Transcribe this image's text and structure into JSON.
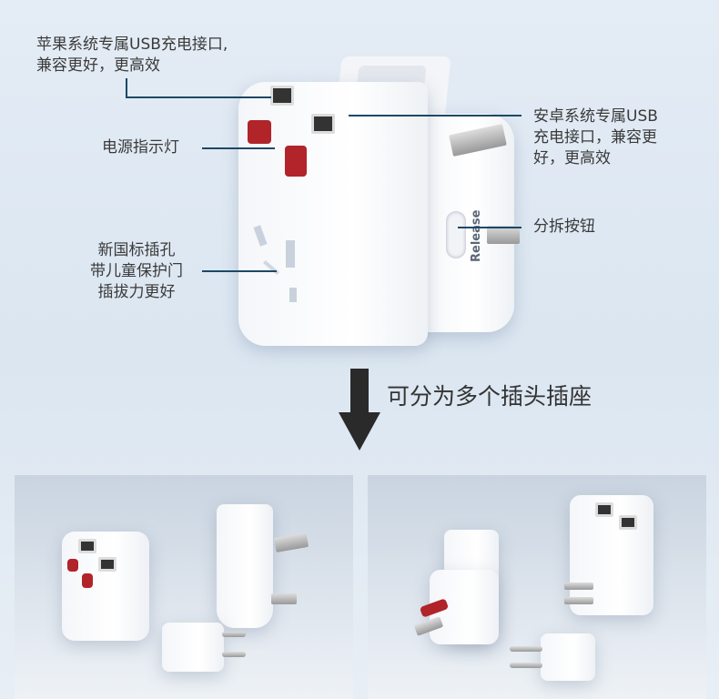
{
  "callouts": {
    "apple_usb": [
      "苹果系统专属USB充电接口,",
      "兼容更好，更高效"
    ],
    "android_usb": [
      "安卓系统专属USB",
      "充电接口，兼容更",
      "好，更高效"
    ],
    "power_light": "电源指示灯",
    "socket": [
      "新国标插孔",
      "带儿童保护门",
      "插拔力更好"
    ],
    "release_button": "分拆按钮"
  },
  "product_print": {
    "release": "Release"
  },
  "divider": {
    "text": "可分为多个插头插座",
    "arrow_icon": "arrow-down-icon"
  },
  "colors": {
    "line": "#1d4866",
    "indicator": "#b0242a",
    "arrow": "#2a2a2a"
  }
}
